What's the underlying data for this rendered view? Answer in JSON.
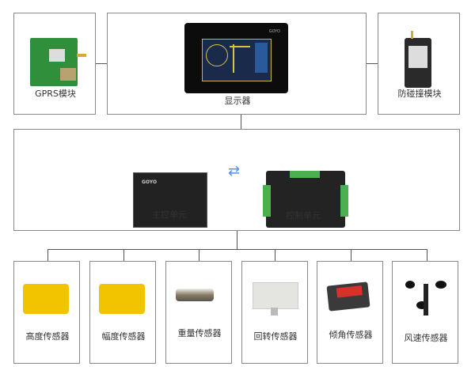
{
  "top": {
    "gprs": "GPRS模块",
    "display": "显示器",
    "anticollision": "防碰撞模块"
  },
  "middle": {
    "main_control": "主控单元",
    "control": "控制单元",
    "link_icon": "bidirectional-arrows-icon",
    "brand": "GOYO"
  },
  "sensors": [
    {
      "label": "高度传感器"
    },
    {
      "label": "幅度传感器"
    },
    {
      "label": "重量传感器"
    },
    {
      "label": "回转传感器"
    },
    {
      "label": "倾角传感器"
    },
    {
      "label": "风速传感器"
    }
  ],
  "colors": {
    "border": "#8a8a8a",
    "arrow": "#5b8cf0",
    "sensor_yellow": "#f2c400",
    "pcb_green": "#2f8f3a"
  }
}
